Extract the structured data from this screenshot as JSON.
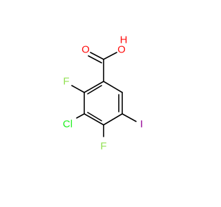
{
  "molecule": {
    "atoms": {
      "o_carbonyl": {
        "text": "O",
        "color": "#ff0d0d"
      },
      "o_hydroxyl": {
        "text": "O",
        "color": "#ff0d0d"
      },
      "h_hydroxyl": {
        "text": "H",
        "color": "#ff0d0d"
      },
      "f_ortho": {
        "text": "F",
        "color": "#90e050"
      },
      "cl": {
        "text": "Cl",
        "color": "#1ff01f"
      },
      "f_para": {
        "text": "F",
        "color": "#90e050"
      },
      "i": {
        "text": "I",
        "color": "#940094"
      }
    },
    "bond_color": "#000000"
  }
}
